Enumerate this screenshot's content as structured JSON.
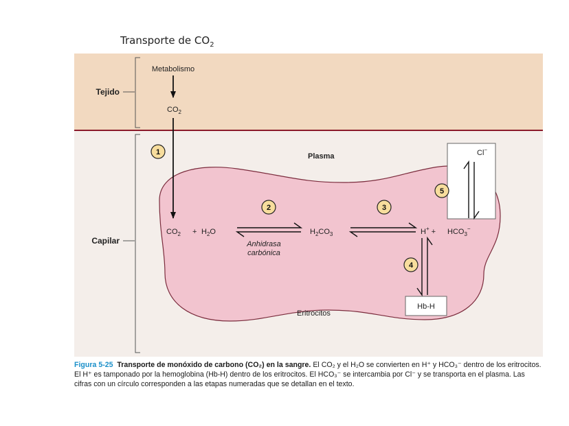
{
  "title": {
    "text": "Transporte de CO",
    "sub": "2"
  },
  "regions": {
    "tissue": "Tejido",
    "capillary": "Capilar",
    "plasma": "Plasma",
    "erythrocytes": "Eritrocitos"
  },
  "labels": {
    "metabolism": "Metabolismo",
    "co2_tissue": "CO",
    "co2_tissue_sub": "2",
    "co2_cell": "CO",
    "co2_cell_sub": "2",
    "plus": "+",
    "h2o_a": "H",
    "h2o_sub": "2",
    "h2o_b": "O",
    "h2co3_a": "H",
    "h2co3_sub1": "2",
    "h2co3_b": "CO",
    "h2co3_sub2": "3",
    "hplus": "H",
    "hplus_sup": "+",
    "plus2": "+",
    "hco3": "HCO",
    "hco3_sub": "3",
    "hco3_sup": "−",
    "enzyme_line1": "Anhidrasa",
    "enzyme_line2": "carbónica",
    "chloride": "Cl",
    "chloride_sup": "−",
    "hbh": "Hb-H"
  },
  "steps": [
    "1",
    "2",
    "3",
    "4",
    "5"
  ],
  "colors": {
    "tissue": "#f2d9c0",
    "capillary": "#f4eeea",
    "cell": "#f2c4cf",
    "cell_stroke": "#7a2b3c",
    "border": "#8b1a2a",
    "step_fill": "#f7dd9d",
    "caption_accent": "#1a8fc9"
  },
  "caption": {
    "figure": "Figura 5-25",
    "bold_title": "Transporte de monóxido de carbono (CO₂) en la sangre.",
    "body": "El CO₂ y el H₂O se convierten en H⁺ y HCO₃⁻ dentro de los eritrocitos. El H⁺ es tamponado por la hemoglobina (Hb-H) dentro de los eritrocitos. El HCO₃⁻ se intercambia por Cl⁻ y se transporta en el plasma. Las cifras con un círculo corresponden a las etapas numeradas que se detallan en el texto."
  }
}
